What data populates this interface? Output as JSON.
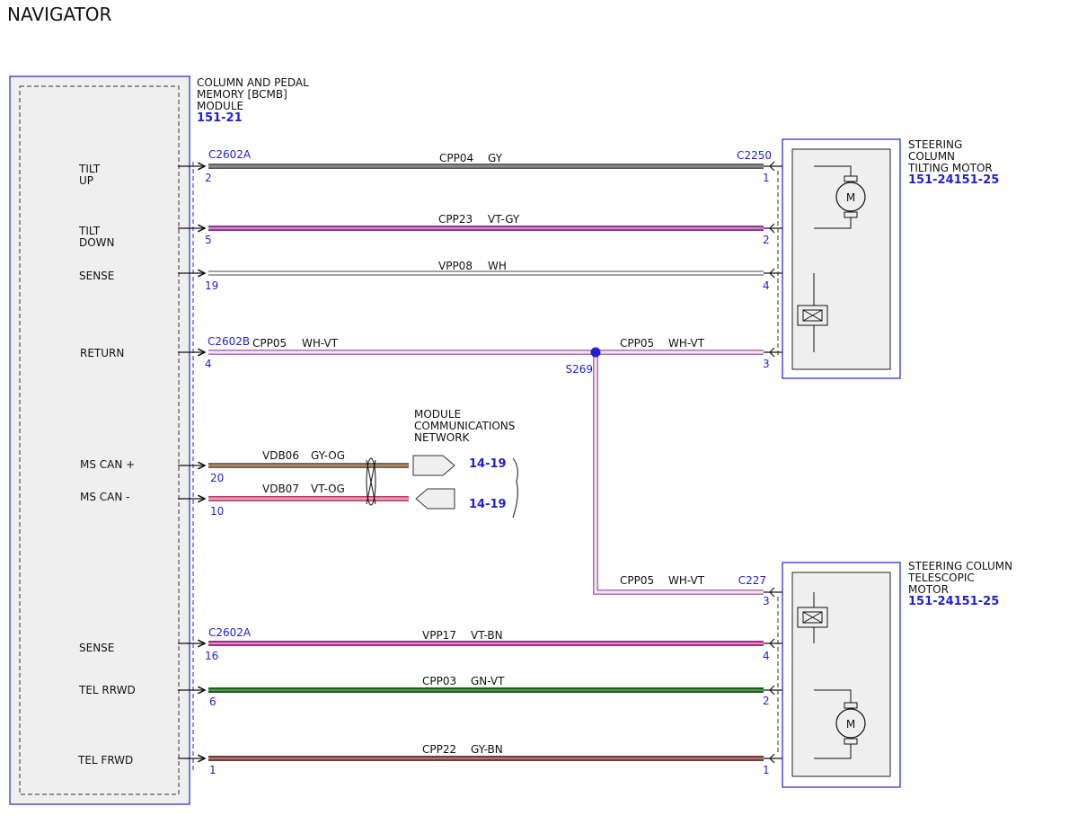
{
  "page_title": "NAVIGATOR",
  "colors": {
    "connector_blue": "#1f1fd6",
    "module_fill": "#efefef",
    "wire_gy": "#7a7a7a",
    "wire_vt_gy": "#c86ac8",
    "wire_wh": "#ffffff",
    "wire_wh_vt": "#d9a0d9",
    "wire_gy_og": "#b98a3a",
    "wire_vt_og": "#e77fa0",
    "wire_vt_bn": "#d86cc8",
    "wire_gn_vt": "#3a8a3a",
    "wire_gy_bn": "#a26060"
  },
  "bcmb_module": {
    "name_lines": [
      "COLUMN AND PEDAL",
      "MEMORY [BCMB]",
      "MODULE"
    ],
    "ref": "151-21",
    "pins": [
      {
        "lines": [
          "TILT",
          "UP"
        ]
      },
      {
        "lines": [
          "TILT",
          "DOWN"
        ]
      },
      {
        "lines": [
          "SENSE"
        ]
      },
      {
        "lines": [
          "RETURN"
        ]
      },
      {
        "lines": [
          "MS CAN +"
        ]
      },
      {
        "lines": [
          "MS CAN -"
        ]
      },
      {
        "lines": [
          "SENSE"
        ]
      },
      {
        "lines": [
          "TEL RRWD"
        ]
      },
      {
        "lines": [
          "TEL FRWD"
        ]
      }
    ]
  },
  "tilt_motor": {
    "name_lines": [
      "STEERING",
      "COLUMN",
      "TILTING MOTOR"
    ],
    "ref": "151-24151-25",
    "motor_symbol": "M"
  },
  "tele_motor": {
    "name_lines": [
      "STEERING COLUMN",
      "TELESCOPIC",
      "MOTOR"
    ],
    "ref": "151-24151-25",
    "motor_symbol": "M"
  },
  "connectors": {
    "c2602a_top": "C2602A",
    "c2602b": "C2602B",
    "c2602a_bottom": "C2602A",
    "c2250": "C2250",
    "c227": "C227",
    "splice": "S269"
  },
  "wires": [
    {
      "circuit": "CPP04",
      "color": "GY",
      "left_pin": "2",
      "right_pin": "1"
    },
    {
      "circuit": "CPP23",
      "color": "VT-GY",
      "left_pin": "5",
      "right_pin": "2"
    },
    {
      "circuit": "VPP08",
      "color": "WH",
      "left_pin": "19",
      "right_pin": "4"
    },
    {
      "circuit": "CPP05",
      "color": "WH-VT",
      "left_pin": "4",
      "right_circuit": "CPP05",
      "right_color": "WH-VT",
      "right_pin": "3"
    },
    {
      "circuit": "VDB06",
      "color": "GY-OG",
      "left_pin": "20"
    },
    {
      "circuit": "VDB07",
      "color": "VT-OG",
      "left_pin": "10"
    },
    {
      "circuit": "CPP05",
      "color": "WH-VT",
      "right_pin": "3"
    },
    {
      "circuit": "VPP17",
      "color": "VT-BN",
      "left_pin": "16",
      "right_pin": "4"
    },
    {
      "circuit": "CPP03",
      "color": "GN-VT",
      "left_pin": "6",
      "right_pin": "2"
    },
    {
      "circuit": "CPP22",
      "color": "GY-BN",
      "left_pin": "1",
      "right_pin": "1"
    }
  ],
  "network": {
    "label_lines": [
      "MODULE",
      "COMMUNICATIONS",
      "NETWORK"
    ],
    "refs": [
      "14-19",
      "14-19"
    ]
  }
}
